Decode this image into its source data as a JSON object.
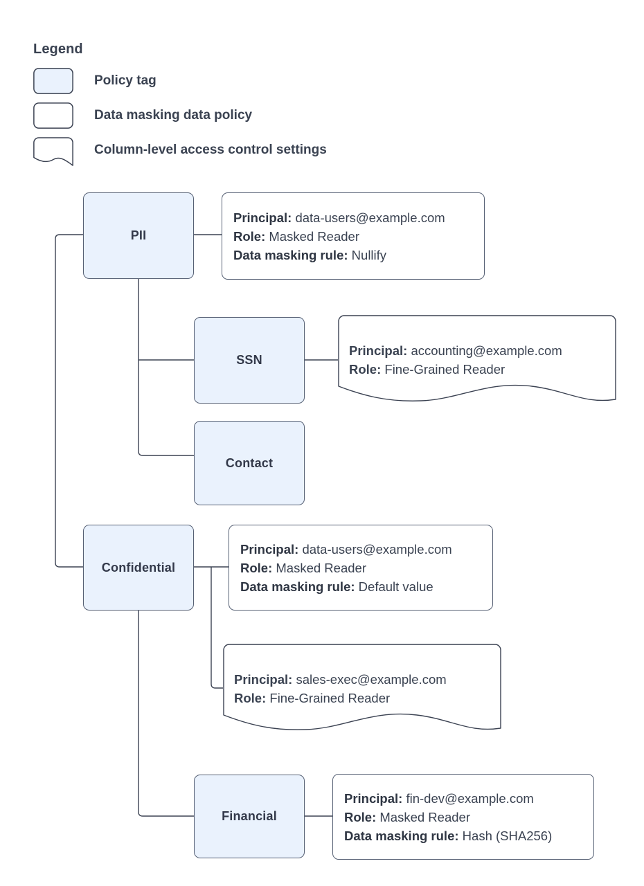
{
  "legend": {
    "title": "Legend",
    "items": [
      {
        "shape": "policy-tag-swatch",
        "label": "Policy tag"
      },
      {
        "shape": "data-policy-swatch",
        "label": "Data masking data policy"
      },
      {
        "shape": "column-acl-swatch",
        "label": "Column-level access control settings"
      }
    ]
  },
  "colors": {
    "policy_tag_fill": "#eaf2fd",
    "border": "#566074",
    "connector": "#3b4252",
    "text": "#3a4251",
    "box_fill": "#ffffff"
  },
  "nodes": {
    "pii": "PII",
    "ssn": "SSN",
    "contact": "Contact",
    "confidential": "Confidential",
    "financial": "Financial"
  },
  "labels": {
    "principal": "Principal:",
    "role": "Role:",
    "data_masking_rule": "Data masking rule:"
  },
  "policies": {
    "pii": {
      "principal": "data-users@example.com",
      "role": "Masked Reader",
      "rule": "Nullify"
    },
    "ssn": {
      "principal": "accounting@example.com",
      "role": "Fine-Grained Reader"
    },
    "confidential_masking": {
      "principal": "data-users@example.com",
      "role": "Masked Reader",
      "rule": "Default value"
    },
    "confidential_acl": {
      "principal": "sales-exec@example.com",
      "role": "Fine-Grained Reader"
    },
    "financial": {
      "principal": "fin-dev@example.com",
      "role": "Masked Reader",
      "rule": "Hash (SHA256)"
    }
  }
}
